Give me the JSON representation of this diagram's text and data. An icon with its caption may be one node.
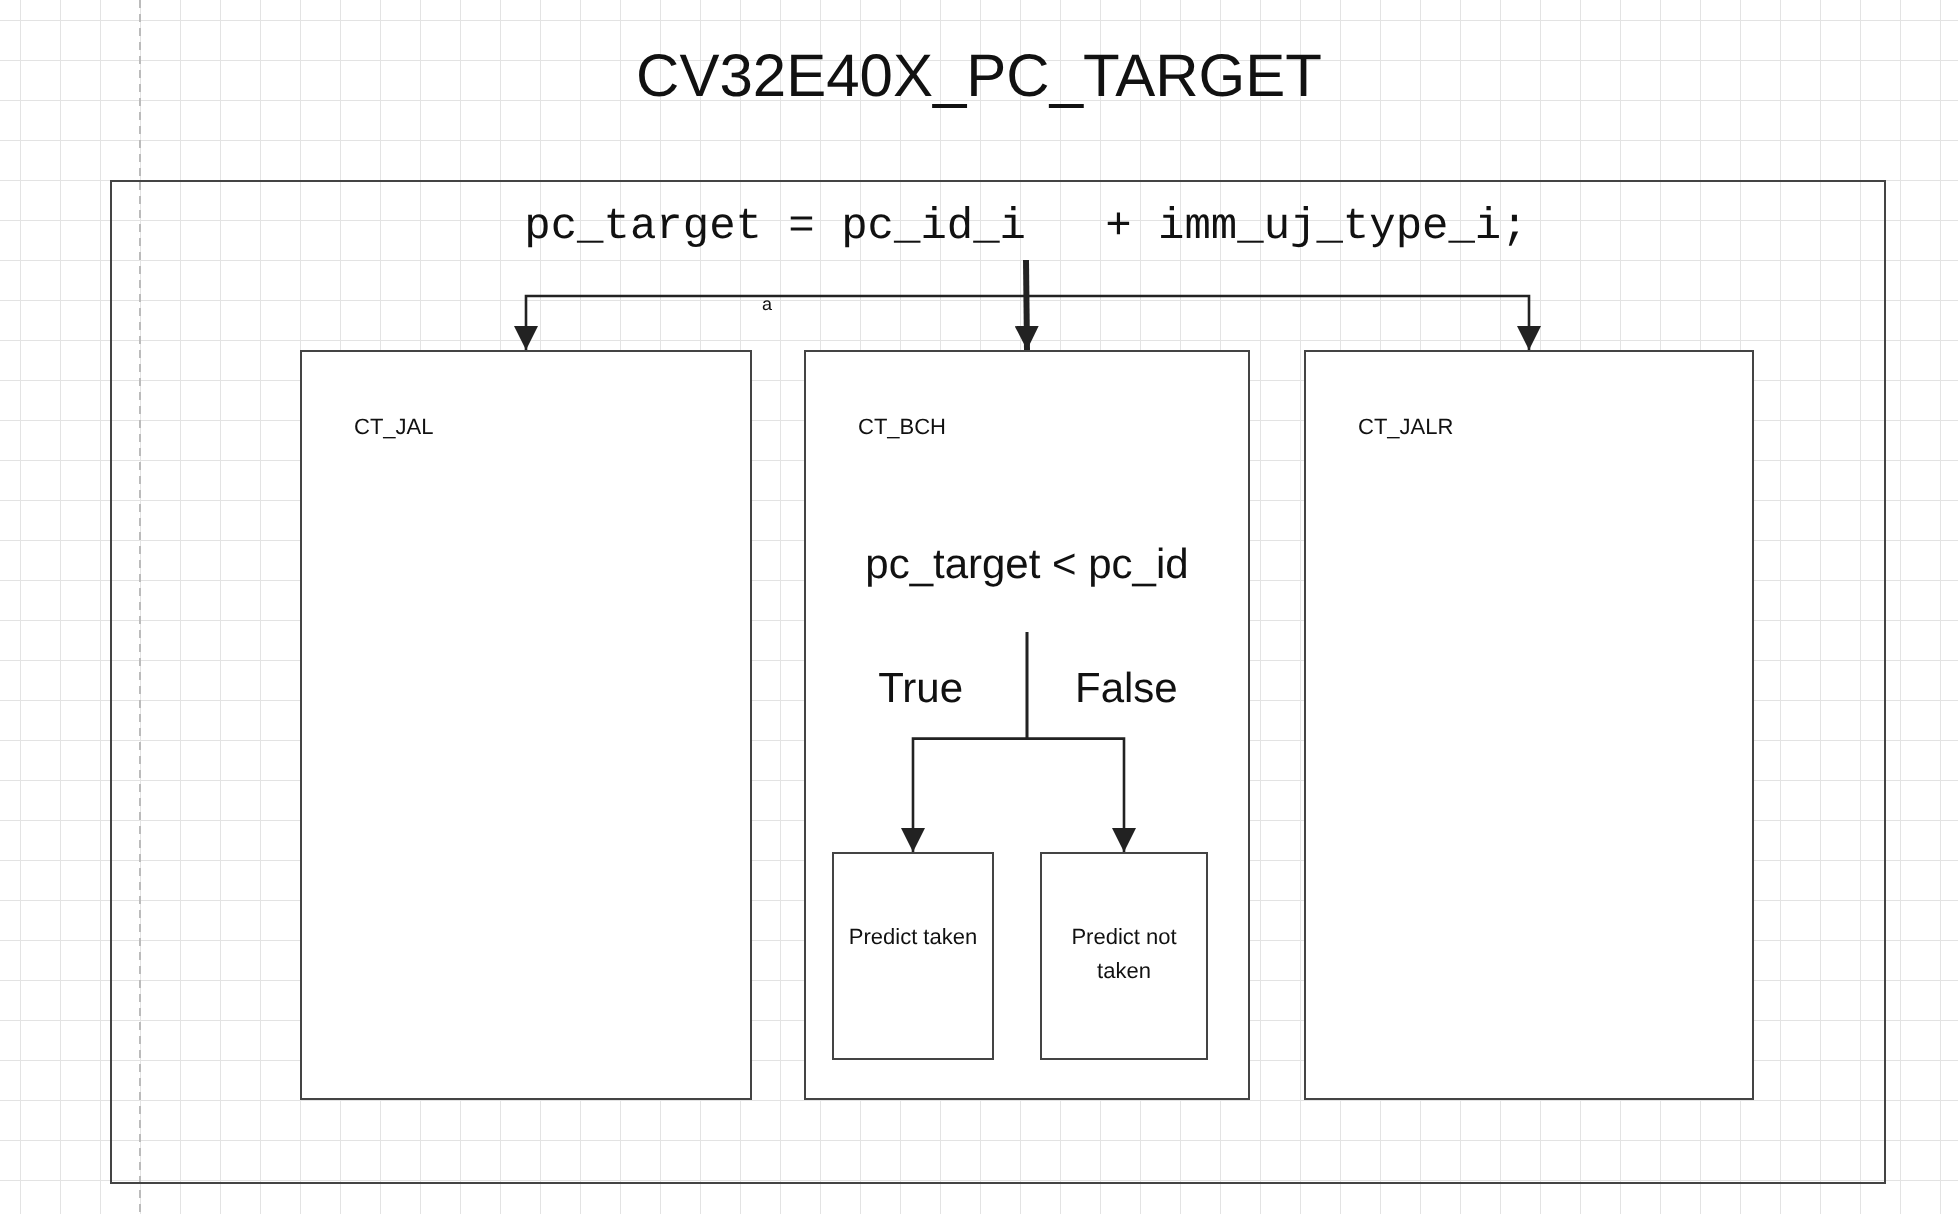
{
  "diagram": {
    "title": "CV32E40X_PC_TARGET",
    "nodes": [
      {
        "text": [],
        "shape": "box"
      },
      {
        "text": [
          "pc_target = pc_id_i   + imm_uj_type_i;"
        ],
        "in": 0
      },
      {
        "text": [
          "CT_JAL"
        ],
        "in": 0
      },
      {
        "text": [
          "CT_BCH"
        ],
        "in": 0
      },
      {
        "text": [
          "CT_JALR"
        ],
        "in": 0
      },
      {
        "text": [
          "pc_target < pc_id"
        ],
        "in": 3
      },
      {
        "text": [
          "Predict taken"
        ],
        "in": 3
      },
      {
        "text": [
          "Predict not taken"
        ],
        "in": 3
      }
    ],
    "edges": [
      {
        "from": 1,
        "to": 2,
        "arrow": "to"
      },
      {
        "from": 1,
        "to": 3,
        "arrow": "to",
        "style": "thick"
      },
      {
        "from": 1,
        "to": 4,
        "arrow": "to"
      },
      {
        "from": 5,
        "to": 6,
        "arrow": "to",
        "label": "True"
      },
      {
        "from": 5,
        "to": 7,
        "arrow": "to",
        "label": "False"
      }
    ],
    "labels": [
      "a"
    ]
  }
}
